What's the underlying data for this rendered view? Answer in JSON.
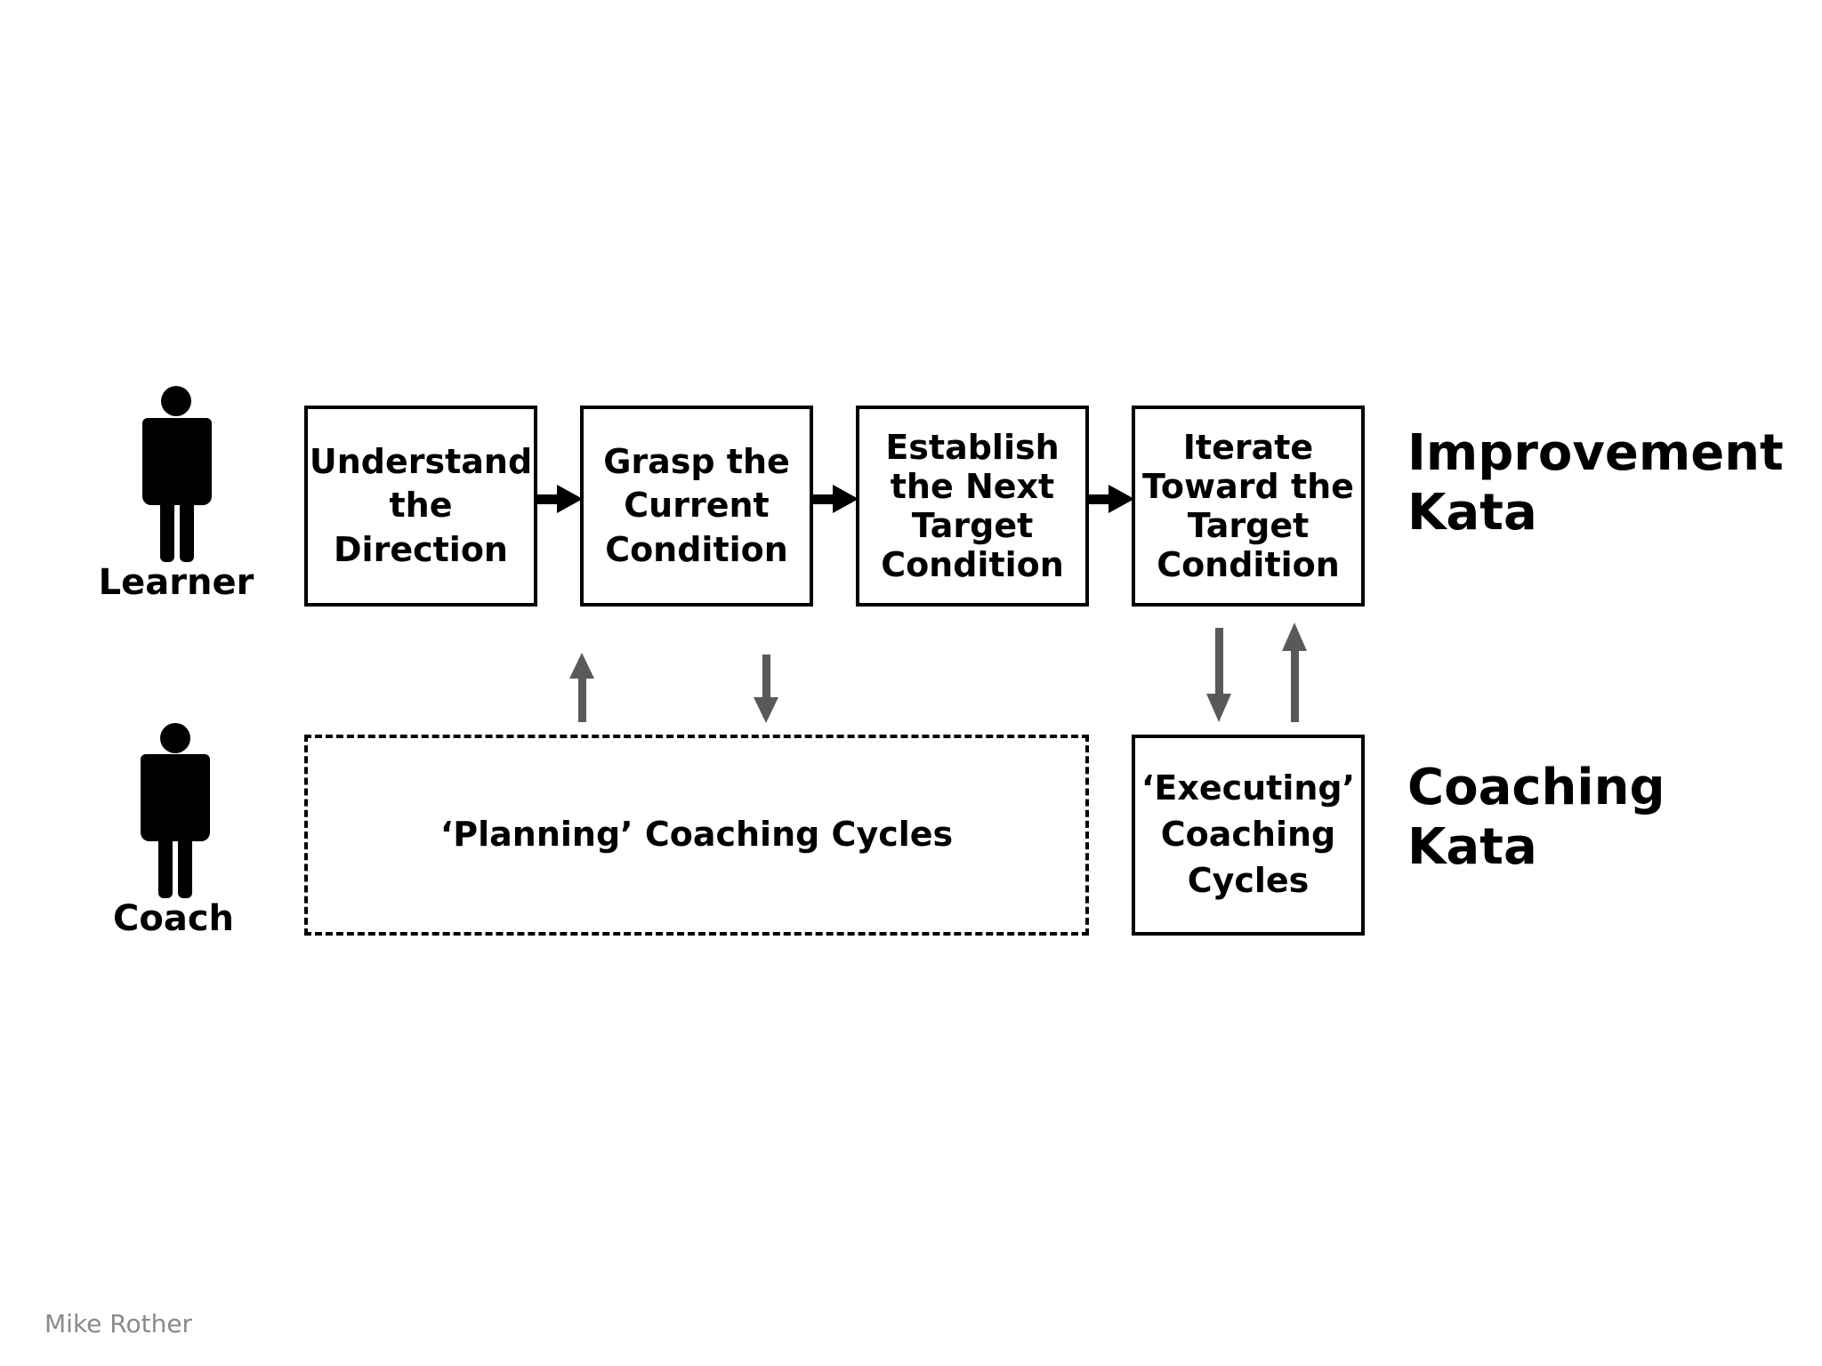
{
  "roles": {
    "learner": "Learner",
    "coach": "Coach"
  },
  "steps": [
    "Understand the Direction",
    "Grasp the Current Condition",
    "Establish the Next Target Condition",
    "Iterate Toward the Target Condition"
  ],
  "coaching": {
    "planning": "‘Planning’ Coaching Cycles",
    "executing": "‘Executing’ Coaching Cycles"
  },
  "kata": {
    "improvement": [
      "Improvement",
      "Kata"
    ],
    "coaching": [
      "Coaching",
      "Kata"
    ]
  },
  "credit": "Mike Rother",
  "icons": {
    "learner": "person-icon",
    "coach": "person-icon"
  },
  "colors": {
    "arrow_gray": "#595959",
    "text": "#000000"
  }
}
